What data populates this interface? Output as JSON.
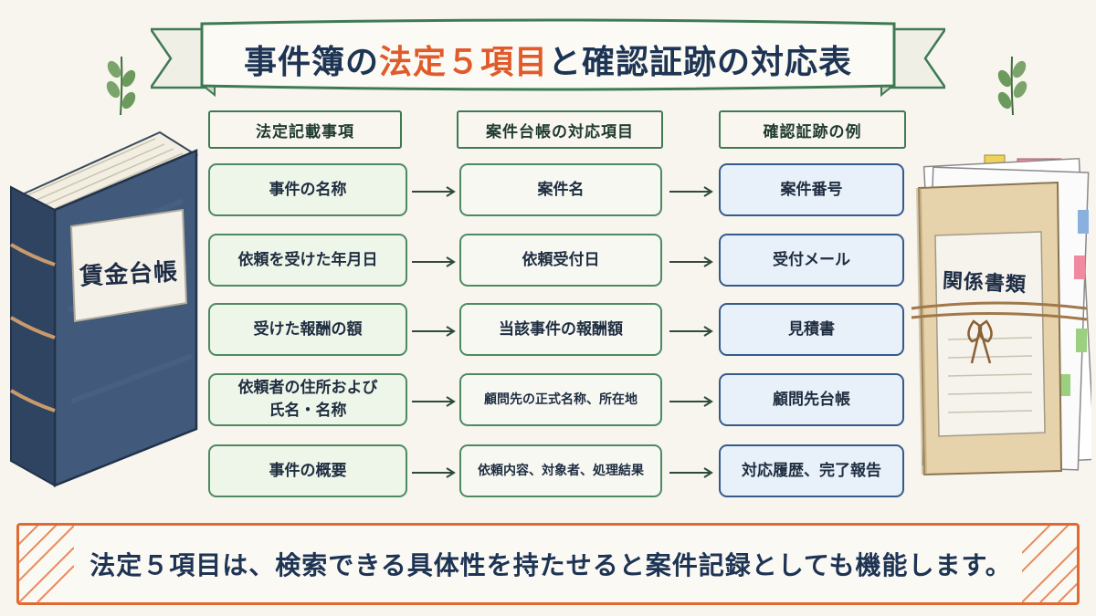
{
  "title": {
    "prefix": "事件簿の",
    "highlight": "法定５項目",
    "suffix": "と確認証跡の対応表"
  },
  "illustrations": {
    "left_book_label": "賃金台帳",
    "right_folder_label": "関係書類"
  },
  "table": {
    "headers": [
      "法定記載事項",
      "案件台帳の対応項目",
      "確認証跡の例"
    ],
    "rows": [
      {
        "legal": "事件の名称",
        "ledger": "案件名",
        "evidence": "案件番号"
      },
      {
        "legal": "依頼を受けた年月日",
        "ledger": "依頼受付日",
        "evidence": "受付メール"
      },
      {
        "legal": "受けた報酬の額",
        "ledger": "当該事件の報酬額",
        "evidence": "見積書"
      },
      {
        "legal_line1": "依頼者の住所および",
        "legal_line2": "氏名・名称",
        "ledger": "顧問先の正式名称、所在地",
        "evidence": "顧問先台帳"
      },
      {
        "legal": "事件の概要",
        "ledger": "依頼内容、対象者、処理結果",
        "evidence": "対応履歴、完了報告"
      }
    ]
  },
  "footer": {
    "text": "法定５項目は、検索できる具体性を持たせると案件記録としても機能します。"
  },
  "colors": {
    "accent": "#e05a2a",
    "navy": "#1e3454",
    "green_border": "#4d8a62",
    "blue_border": "#355a8c",
    "footer_border": "#e06a34"
  }
}
